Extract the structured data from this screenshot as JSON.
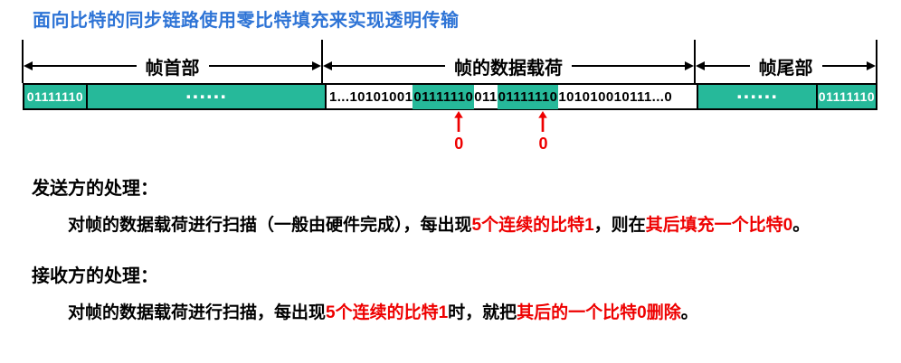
{
  "title": "面向比特的同步链路使用零比特填充来实现透明传输",
  "colors": {
    "title_blue": "#2E74D6",
    "teal": "#26B99A",
    "emphasis_red": "#EE0000",
    "border_black": "#000000"
  },
  "frame": {
    "sections": [
      {
        "label": "帧首部"
      },
      {
        "label": "帧的数据载荷"
      },
      {
        "label": "帧尾部"
      }
    ],
    "flag": "01111110",
    "dots": "......",
    "payload_bits": {
      "prefix": "1...10101001",
      "flag_pattern_1": "01111110",
      "middle": "011",
      "flag_pattern_2": "01111110",
      "suffix": "101010010111...0"
    },
    "stuffed_bit_label": "0"
  },
  "sender": {
    "heading": "发送方的处理：",
    "segments": [
      {
        "text": "对帧的数据载荷进行扫描（一般由硬件完成），每出现",
        "color": "black"
      },
      {
        "text": "5个连续的比特1",
        "color": "red"
      },
      {
        "text": "，则在",
        "color": "black"
      },
      {
        "text": "其后填充一个比特0",
        "color": "red"
      },
      {
        "text": "。",
        "color": "black"
      }
    ]
  },
  "receiver": {
    "heading": "接收方的处理：",
    "segments": [
      {
        "text": "对帧的数据载荷进行扫描，每出现",
        "color": "black"
      },
      {
        "text": "5个连续的比特1",
        "color": "red"
      },
      {
        "text": "时，就把",
        "color": "black"
      },
      {
        "text": "其后的一个比特0删除",
        "color": "red"
      },
      {
        "text": "。",
        "color": "black"
      }
    ]
  }
}
